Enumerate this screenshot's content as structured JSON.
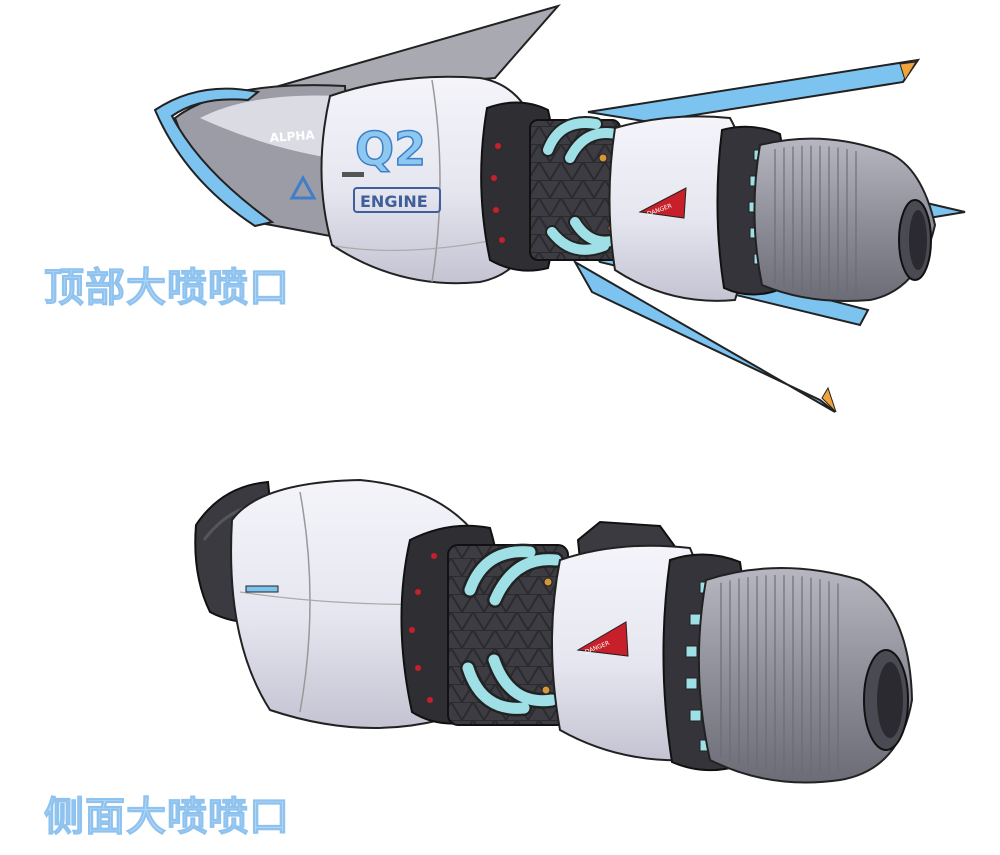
{
  "captions": {
    "top_view": "顶部大喷喷口",
    "side_view": "侧面大喷喷口"
  },
  "decals": {
    "alpha": "ALPHA",
    "model": "Q2",
    "engine": "ENGINE",
    "danger": "DANGER"
  },
  "colors": {
    "accent_blue": "#7cc3f0",
    "coolant_cyan": "#9fe0e6",
    "hull_white": "#e9e9f2",
    "hull_shadow": "#c9c9d6",
    "frame_dark": "#3a3a40",
    "warning_red": "#c8202a",
    "caption_blue": "#b9d9f7"
  }
}
